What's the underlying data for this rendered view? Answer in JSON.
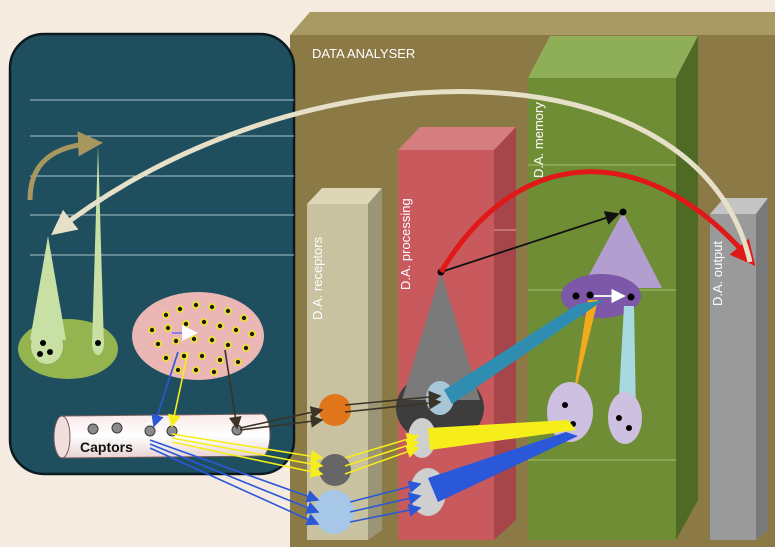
{
  "title": "DATA ANALYSER",
  "columns": {
    "receptors": "D.A. receptors",
    "processing": "D.A. processing",
    "memory": "D.A. memory",
    "output": "D.A. output"
  },
  "captors_label": "Captors",
  "colors": {
    "background": "#f6ebe0",
    "analyser_box": "#8b7a45",
    "left_panel": "#1f4f5f",
    "receptors_column": "#c9c2a0",
    "processing_column": "#c85a5e",
    "memory_column": "#6f8d35",
    "output_column": "#9a9a9a",
    "red_arrow": "#e01818",
    "feedback_arrow": "#e6e0c9"
  }
}
